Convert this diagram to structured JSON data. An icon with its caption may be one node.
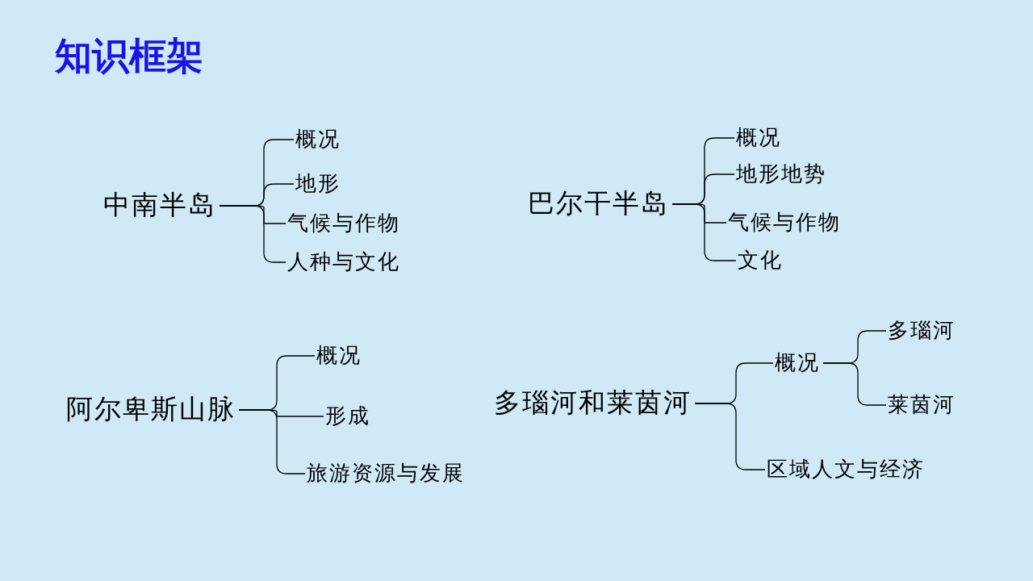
{
  "diagram": {
    "title": "知识框架",
    "nodes": [
      {
        "text": [
          "中南半岛"
        ]
      },
      {
        "text": [
          "概况"
        ]
      },
      {
        "text": [
          "地形"
        ]
      },
      {
        "text": [
          "气候与作物"
        ]
      },
      {
        "text": [
          "人种与文化"
        ]
      },
      {
        "text": [
          "巴尔干半岛"
        ]
      },
      {
        "text": [
          "概况"
        ]
      },
      {
        "text": [
          "地形地势"
        ]
      },
      {
        "text": [
          "气候与作物"
        ]
      },
      {
        "text": [
          "文化"
        ]
      },
      {
        "text": [
          "阿尔卑斯山脉"
        ]
      },
      {
        "text": [
          "概况"
        ]
      },
      {
        "text": [
          "形成"
        ]
      },
      {
        "text": [
          "旅游资源与发展"
        ]
      },
      {
        "text": [
          "多瑙河和莱茵河"
        ]
      },
      {
        "text": [
          "概况"
        ]
      },
      {
        "text": [
          "多瑙河"
        ]
      },
      {
        "text": [
          "莱茵河"
        ]
      },
      {
        "text": [
          "区域人文与经济"
        ]
      }
    ],
    "edges": [
      {
        "from": 0,
        "to": 1,
        "arrow": "none"
      },
      {
        "from": 0,
        "to": 2,
        "arrow": "none"
      },
      {
        "from": 0,
        "to": 3,
        "arrow": "none"
      },
      {
        "from": 0,
        "to": 4,
        "arrow": "none"
      },
      {
        "from": 5,
        "to": 6,
        "arrow": "none"
      },
      {
        "from": 5,
        "to": 7,
        "arrow": "none"
      },
      {
        "from": 5,
        "to": 8,
        "arrow": "none"
      },
      {
        "from": 5,
        "to": 9,
        "arrow": "none"
      },
      {
        "from": 10,
        "to": 11,
        "arrow": "none"
      },
      {
        "from": 10,
        "to": 12,
        "arrow": "none"
      },
      {
        "from": 10,
        "to": 13,
        "arrow": "none"
      },
      {
        "from": 14,
        "to": 15,
        "arrow": "none"
      },
      {
        "from": 14,
        "to": 18,
        "arrow": "none"
      },
      {
        "from": 15,
        "to": 16,
        "arrow": "none"
      },
      {
        "from": 15,
        "to": 17,
        "arrow": "none"
      }
    ]
  }
}
